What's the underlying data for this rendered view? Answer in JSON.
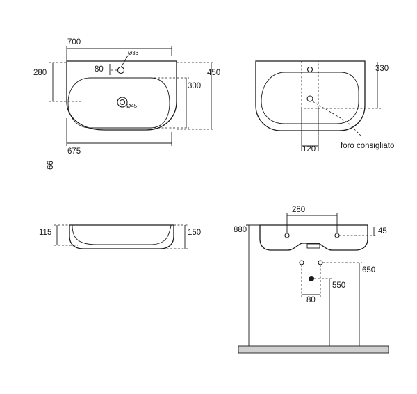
{
  "top_view": {
    "overall_width": "700",
    "bowl_width": "675",
    "depth": "450",
    "bowl_depth": "300",
    "back_to_bowl": "280",
    "tap_offset": "80",
    "tap_hole": "Ø36",
    "drain_hole": "Ø45",
    "side_note": "66"
  },
  "rear_view": {
    "height": "330",
    "slot_width": "120",
    "recommended_hole": "foro consigliato"
  },
  "side_view": {
    "inner_depth": "115",
    "outer_height": "150"
  },
  "install_view": {
    "fixing_spacing": "280",
    "top_height": "880",
    "rim_offset": "45",
    "supply_height": "650",
    "drain_height": "550",
    "supply_spacing": "80"
  },
  "colors": {
    "line": "#1a1a1a",
    "floor": "#cfcfcf"
  }
}
